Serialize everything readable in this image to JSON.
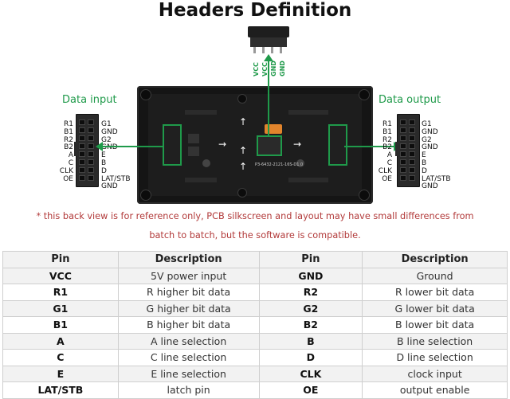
{
  "title": "Headers Definition",
  "top_connector_pins": [
    "VCC",
    "VCC",
    "GND",
    "GND"
  ],
  "data_input": {
    "label": "Data input",
    "left_pins": [
      "R1",
      "B1",
      "R2",
      "B2",
      "A",
      "C",
      "CLK",
      "OE"
    ],
    "right_pins": [
      "G1",
      "GND",
      "G2",
      "GND",
      "E",
      "B",
      "D",
      "LAT/STB",
      "GND"
    ]
  },
  "data_output": {
    "label": "Data output",
    "left_pins": [
      "R1",
      "B1",
      "R2",
      "B2",
      "A",
      "C",
      "CLK",
      "OE"
    ],
    "right_pins": [
      "G1",
      "GND",
      "G2",
      "GND",
      "E",
      "B",
      "D",
      "LAT/STB",
      "GND"
    ]
  },
  "board_label": "P3-6432-2121-16S-D1.0",
  "note": {
    "line1": "* this back view is for reference only, PCB silkscreen and layout may have small differences from",
    "line2": "batch to batch, but the software is compatible."
  },
  "table": {
    "headers": [
      "Pin",
      "Description",
      "Pin",
      "Description"
    ],
    "rows": [
      [
        "VCC",
        "5V power input",
        "GND",
        "Ground"
      ],
      [
        "R1",
        "R higher bit data",
        "R2",
        "R lower bit data"
      ],
      [
        "G1",
        "G higher bit data",
        "G2",
        "G lower bit data"
      ],
      [
        "B1",
        "B higher bit data",
        "B2",
        "B lower bit data"
      ],
      [
        "A",
        "A line selection",
        "B",
        "B line selection"
      ],
      [
        "C",
        "C line selection",
        "D",
        "D line selection"
      ],
      [
        "E",
        "E line selection",
        "CLK",
        "clock input"
      ],
      [
        "LAT/STB",
        "latch pin",
        "OE",
        "output enable"
      ]
    ]
  },
  "colors": {
    "accent_green": "#1f9a4a",
    "note_red": "#b23a3a",
    "pcb": "#1b1b1b"
  }
}
